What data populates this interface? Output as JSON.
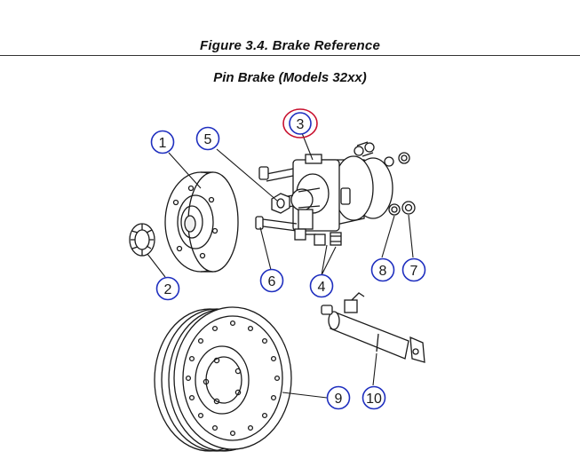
{
  "figure": {
    "title": "Figure 3.4.  Brake Reference",
    "subtitle": "Pin Brake (Models 32xx)"
  },
  "callouts": [
    {
      "label": "1"
    },
    {
      "label": "2"
    },
    {
      "label": "3",
      "highlighted": true
    },
    {
      "label": "4"
    },
    {
      "label": "5"
    },
    {
      "label": "6"
    },
    {
      "label": "7"
    },
    {
      "label": "8"
    },
    {
      "label": "9"
    },
    {
      "label": "10"
    }
  ],
  "colors": {
    "callout_circle": "#1f2fbf",
    "highlight_ring": "#c8102e",
    "line_art": "#1a1a1a"
  }
}
